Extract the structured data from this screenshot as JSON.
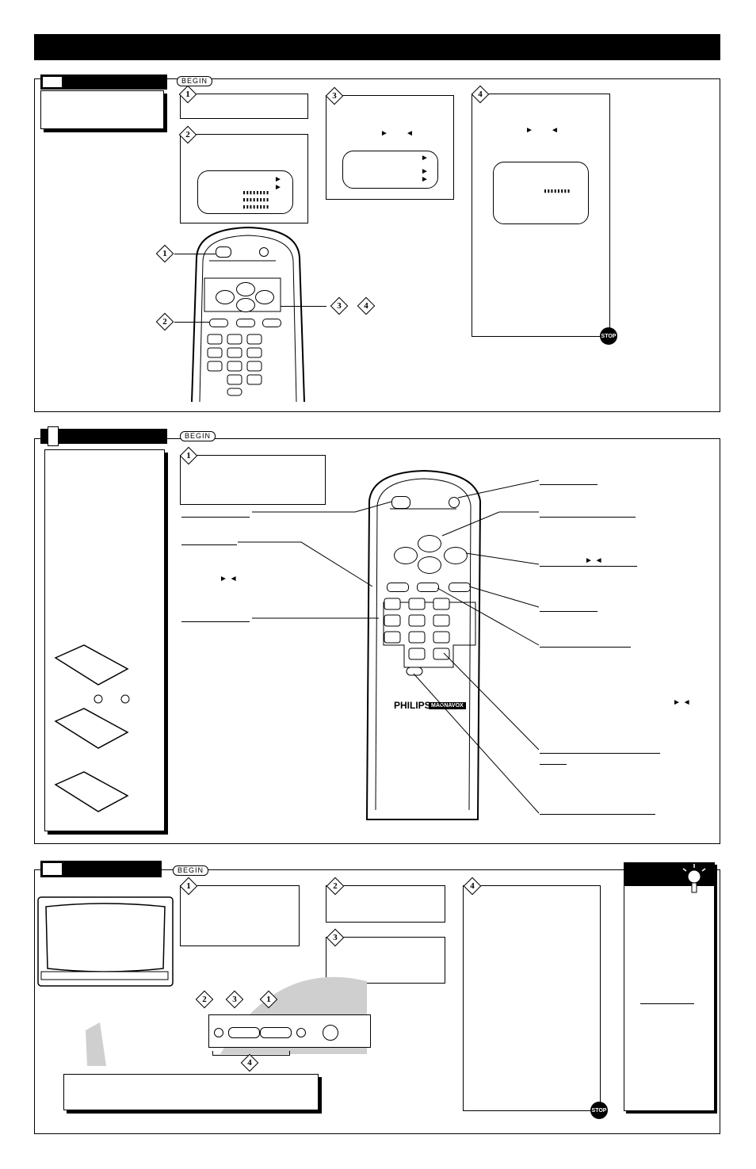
{
  "begin_label": "BEGIN",
  "stop_label": "STOP",
  "step_numbers": [
    "1",
    "2",
    "3",
    "4"
  ],
  "arrows": {
    "right": "►",
    "left": "◄",
    "pair": "► ◄"
  },
  "level_bar": "▮▮▮▮▮▮▮▮",
  "brand": {
    "philips": "PHILIPS",
    "magnavox": "MAGNAVOX"
  },
  "icons": [
    "remote-icon",
    "lightbulb-icon",
    "stop-icon",
    "tv-icon",
    "battery-icon",
    "hand-pointer-icon"
  ]
}
